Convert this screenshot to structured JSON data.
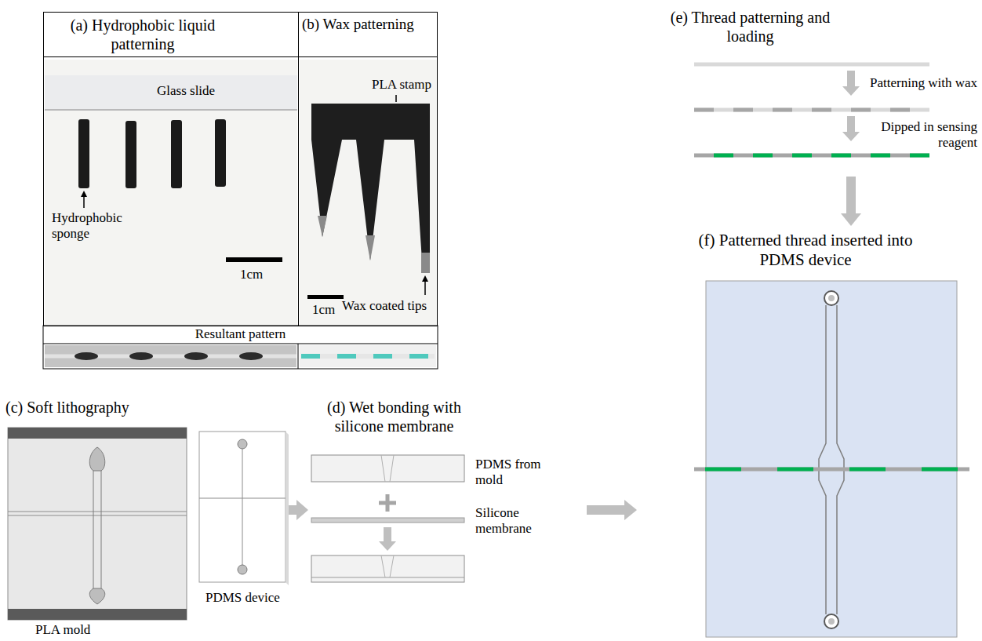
{
  "diagram": {
    "nodes": [
      {
        "text": [
          "(a) Hydrophobic liquid patterning"
        ]
      },
      {
        "text": [
          "(b) Wax patterning"
        ]
      },
      {
        "text": [
          "(c) Soft lithography"
        ]
      },
      {
        "text": [
          "(d) Wet bonding with silicone membrane"
        ]
      },
      {
        "text": [
          "(e) Thread patterning and loading"
        ]
      },
      {
        "text": [
          "(f) Patterned thread inserted into PDMS device"
        ]
      }
    ],
    "edges": [
      {
        "from": 2,
        "to": 3,
        "arrow": "to"
      },
      {
        "from": 3,
        "to": 5,
        "arrow": "to"
      },
      {
        "from": 4,
        "to": 5,
        "arrow": "to"
      }
    ],
    "labels": [
      "Glass slide",
      "Hydrophobic sponge",
      "1cm",
      "PLA stamp",
      "Wax coated tips",
      "1cm",
      "Resultant pattern",
      "PLA mold",
      "PDMS device",
      "PDMS from mold",
      "Silicone membrane",
      "Patterning with wax",
      "Dipped in sensing reagent"
    ]
  }
}
